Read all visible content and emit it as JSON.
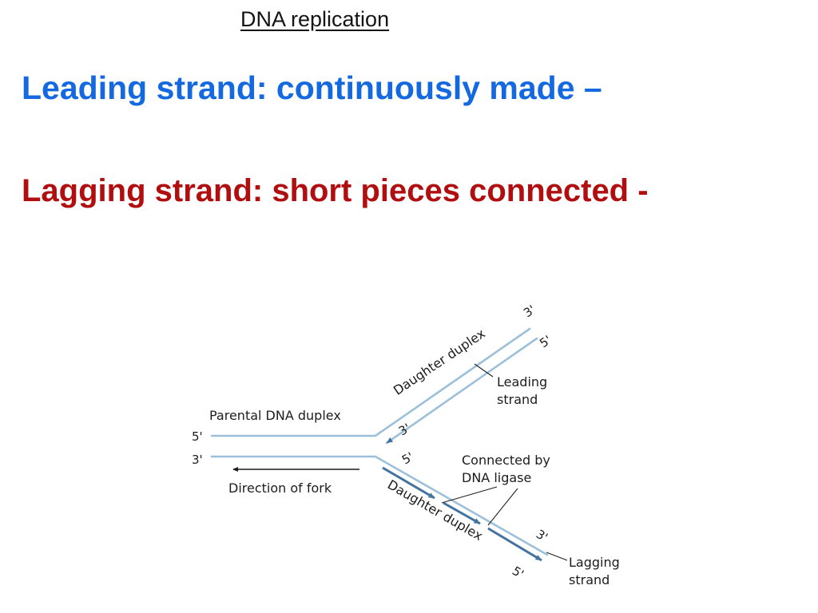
{
  "slide": {
    "title": "DNA replication",
    "leading_heading": "Leading strand: continuously made –",
    "lagging_heading": "Lagging strand: short pieces connected -"
  },
  "diagram": {
    "parental_label": "Parental DNA duplex",
    "direction_label": "Direction of fork",
    "daughter_duplex_label": "Daughter duplex",
    "leading_label": [
      "Leading",
      "strand"
    ],
    "ligase_label": [
      "Connected by",
      "DNA ligase"
    ],
    "lagging_label": [
      "Lagging",
      "strand"
    ],
    "primes": {
      "parental_5": "5'",
      "parental_3": "3'",
      "fork_3": "3'",
      "fork_5": "5'",
      "leading_3": "3'",
      "leading_5": "5'",
      "lagging_3": "3'",
      "lagging_5": "5'"
    }
  },
  "colors": {
    "page_bg": "#ffffff",
    "title_color": "#141414",
    "heading_blue": "#1569e0",
    "heading_red": "#b10e10",
    "strand_light": "#9cc0da",
    "strand_dark": "#44739f",
    "diagram_text": "#1c1c1c"
  }
}
